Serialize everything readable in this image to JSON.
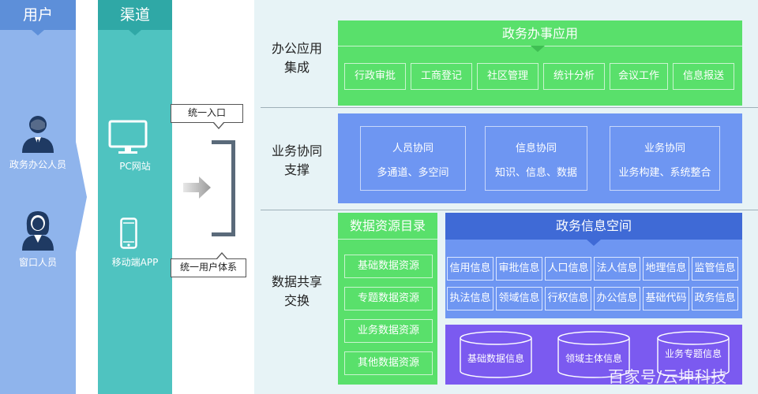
{
  "user": {
    "header": "用户",
    "people": [
      {
        "label": "政务办公人员",
        "icon": "office-staff-icon"
      },
      {
        "label": "窗口人员",
        "icon": "window-staff-icon"
      }
    ]
  },
  "channel": {
    "header": "渠道",
    "items": [
      {
        "label": "PC网站",
        "icon": "monitor-icon"
      },
      {
        "label": "移动端APP",
        "icon": "mobile-phone-icon"
      }
    ]
  },
  "entry": {
    "unified_entry": "统一入口",
    "unified_user_system": "统一用户体系"
  },
  "sections": {
    "office_integration": "办公应用集成",
    "business_collab": "业务协同支撑",
    "data_sharing": "数据共享交换"
  },
  "gov_app": {
    "title": "政务办事应用",
    "items": [
      "行政审批",
      "工商登记",
      "社区管理",
      "统计分析",
      "会议工作",
      "信息报送"
    ]
  },
  "collab": {
    "boxes": [
      {
        "title": "人员协同",
        "sub": "多通道、多空间"
      },
      {
        "title": "信息协同",
        "sub": "知识、信息、数据"
      },
      {
        "title": "业务协同",
        "sub": "业务构建、系统整合"
      }
    ]
  },
  "data_dir": {
    "title": "数据资源目录",
    "items": [
      "基础数据资源",
      "专题数据资源",
      "业务数据资源",
      "其他数据资源"
    ]
  },
  "info_space": {
    "title": "政务信息空间",
    "row1": [
      "信用信息",
      "审批信息",
      "人口信息",
      "法人信息",
      "地理信息",
      "监管信息"
    ],
    "row2": [
      "执法信息",
      "领域信息",
      "行权信息",
      "办公信息",
      "基础代码",
      "政务信息"
    ],
    "databases": [
      "基础数据信息",
      "领域主体信息",
      "业务专题信息"
    ]
  },
  "watermark": "百家号/云坤科技",
  "colors": {
    "user_blue": "#8fb4ec",
    "channel_teal": "#4fc3c0",
    "green": "#59e06b",
    "blue": "#6e96f2",
    "purple": "#7b5af0"
  }
}
